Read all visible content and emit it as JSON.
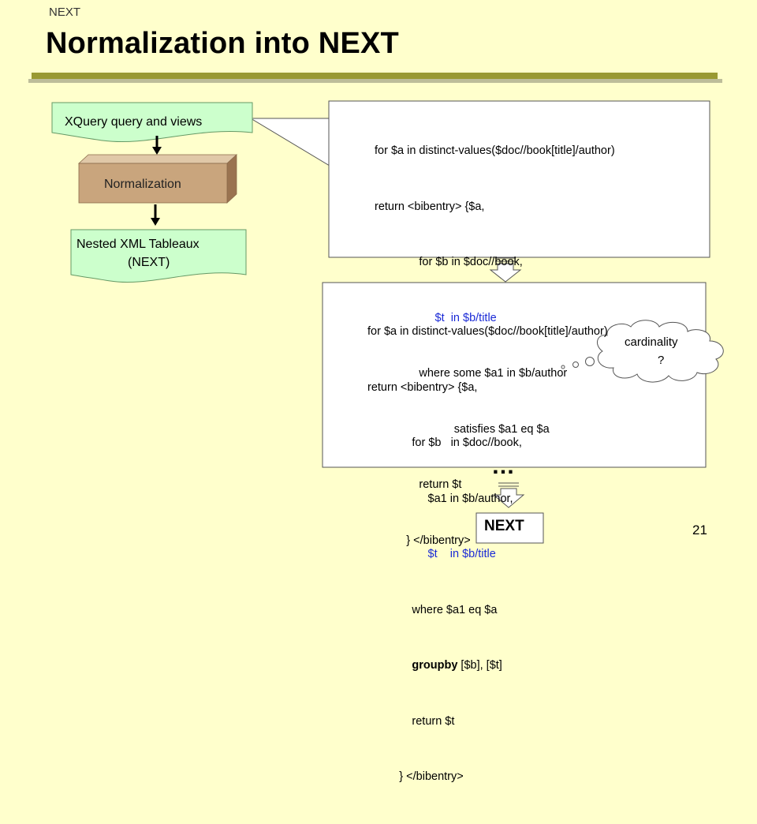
{
  "header": {
    "kicker": "NEXT",
    "title": "Normalization into NEXT"
  },
  "flow": {
    "input": "XQuery query and views",
    "process": "Normalization",
    "output_line1": "Nested XML Tableaux",
    "output_line2": "(NEXT)"
  },
  "query1": {
    "lines": [
      "for $a in distinct-values($doc//book[title]/author)",
      "return <bibentry> {$a,",
      "              for $b in $doc//book,",
      "                   $t  in $b/title",
      "              where some $a1 in $b/author",
      "                         satisfies $a1 eq $a",
      "              return $t",
      "          } </bibentry>"
    ]
  },
  "query2": {
    "lines": [
      "for $a in distinct-values($doc//book[title]/author)",
      "return <bibentry> {$a,",
      "              for $b   in $doc//book,",
      "                   $a1 in $b/author,",
      "                   $t    in $b/title",
      "              where $a1 eq $a",
      "              ",
      "              return $t",
      "          } </bibentry>"
    ],
    "groupby_keyword": "groupby",
    "groupby_args": " [$b], [$t]"
  },
  "cloud": {
    "line1": "cardinality",
    "line2": "?"
  },
  "ellipsis": "…",
  "result": "NEXT",
  "slide_number": "21",
  "colors": {
    "background": "#ffffcc",
    "input_shape": "#ccffcc",
    "process_box": "#c9a57d",
    "rule": "#999933",
    "code_blue": "#1a2ad6"
  }
}
